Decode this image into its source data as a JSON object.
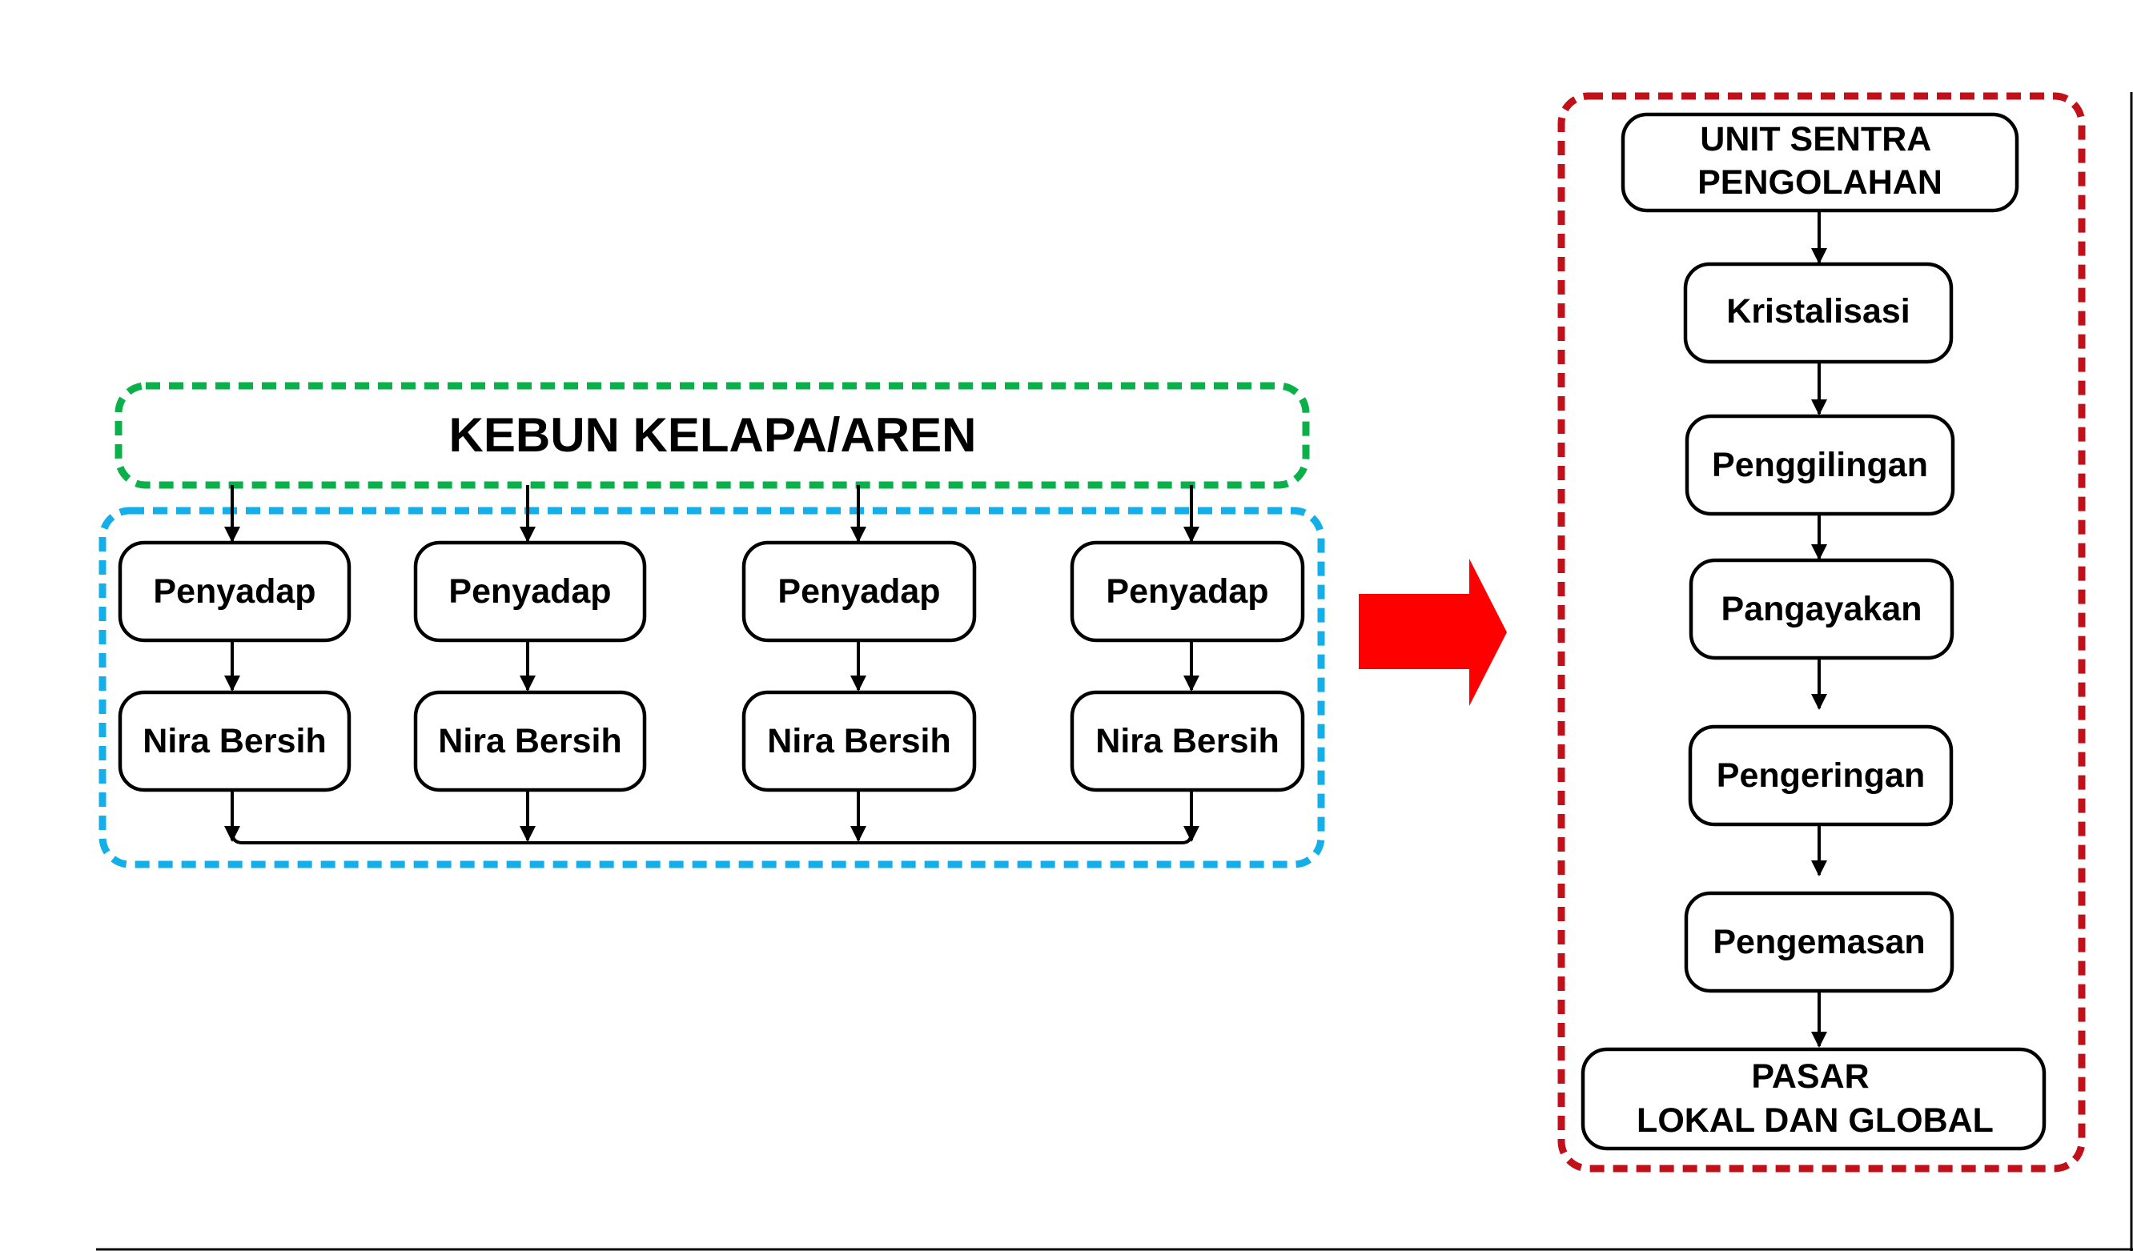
{
  "colors": {
    "farm_border": "#0cb04a",
    "tapper_group_border": "#14aee8",
    "processing_border": "#c0111b",
    "transition_arrow": "#ff0000",
    "node_border": "#000000"
  },
  "farm": {
    "title": "KEBUN KELAPA/AREN"
  },
  "tapper_columns": [
    {
      "tapper": "Penyadap",
      "sap": "Nira Bersih"
    },
    {
      "tapper": "Penyadap",
      "sap": "Nira Bersih"
    },
    {
      "tapper": "Penyadap",
      "sap": "Nira Bersih"
    },
    {
      "tapper": "Penyadap",
      "sap": "Nira Bersih"
    }
  ],
  "processing": {
    "center": [
      "UNIT SENTRA",
      "PENGOLAHAN"
    ],
    "steps": [
      "Kristalisasi",
      "Penggilingan",
      "Pangayakan",
      "Pengeringan",
      "Pengemasan"
    ],
    "market": [
      "PASAR",
      "LOKAL DAN GLOBAL"
    ]
  }
}
